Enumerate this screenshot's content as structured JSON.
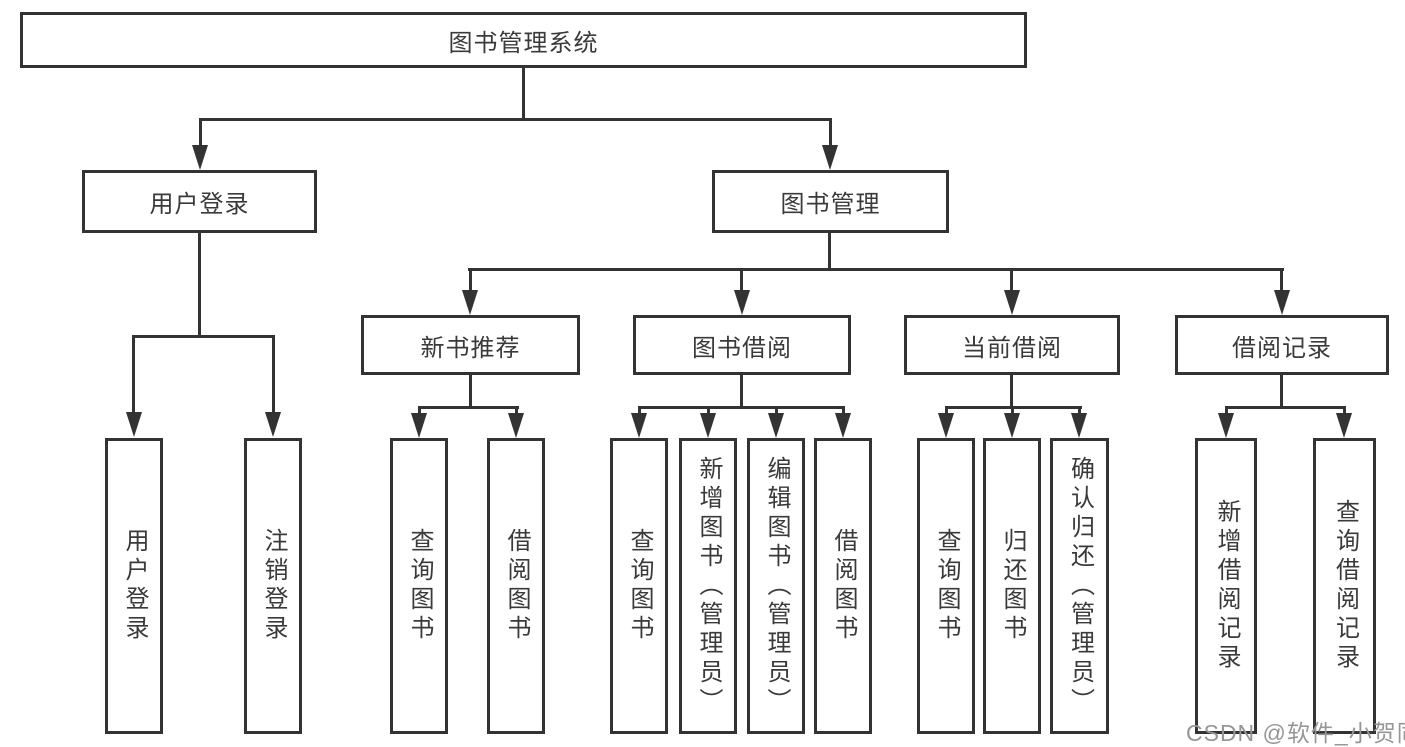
{
  "colors": {
    "line": "#333333",
    "box_fill": "#ffffff",
    "text": "#3a3a3a",
    "watermark": "#969696",
    "page_bg": "#ffffff"
  },
  "tree": {
    "root": "图书管理系统",
    "branches": [
      {
        "label": "用户登录",
        "children": [
          "用户登录",
          "注销登录"
        ]
      },
      {
        "label": "图书管理",
        "children": [
          {
            "label": "新书推荐",
            "children": [
              "查询图书",
              "借阅图书"
            ]
          },
          {
            "label": "图书借阅",
            "children": [
              "查询图书",
              "新增图书（管理员）",
              "编辑图书（管理员）",
              "借阅图书"
            ]
          },
          {
            "label": "当前借阅",
            "children": [
              "查询图书",
              "归还图书",
              "确认归还（管理员）"
            ]
          },
          {
            "label": "借阅记录",
            "children": [
              "新增借阅记录",
              "查询借阅记录"
            ]
          }
        ]
      }
    ]
  },
  "watermark": {
    "text": "CSDN @软件_小贺同学"
  }
}
